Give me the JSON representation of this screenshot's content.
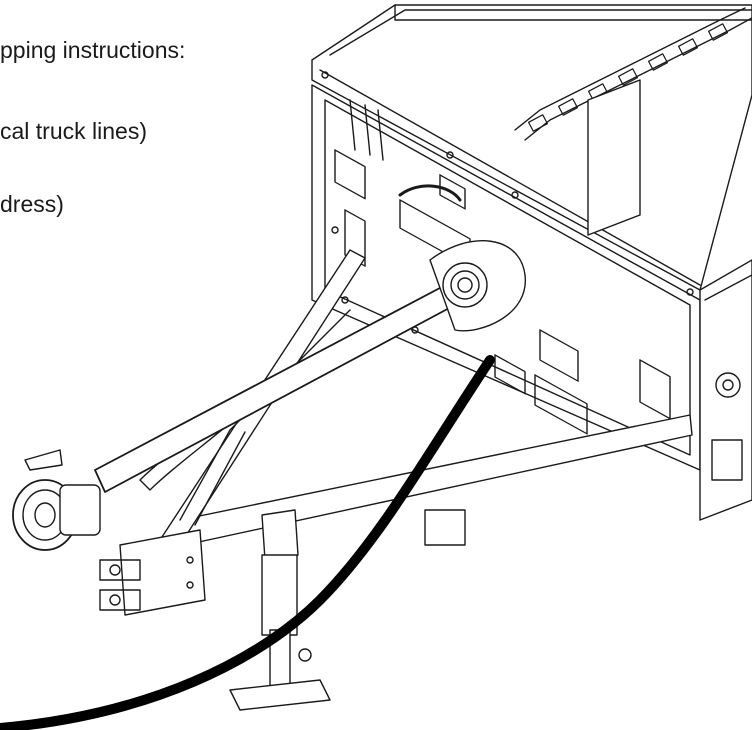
{
  "text": {
    "line1": "pping instructions:",
    "line2": "cal truck lines)",
    "line3": "dress)"
  },
  "drawing": {
    "subject": "tow-behind implement hitch and PTO driveline line drawing",
    "line_color": "#1a1a1a",
    "cable_color": "#000000"
  }
}
